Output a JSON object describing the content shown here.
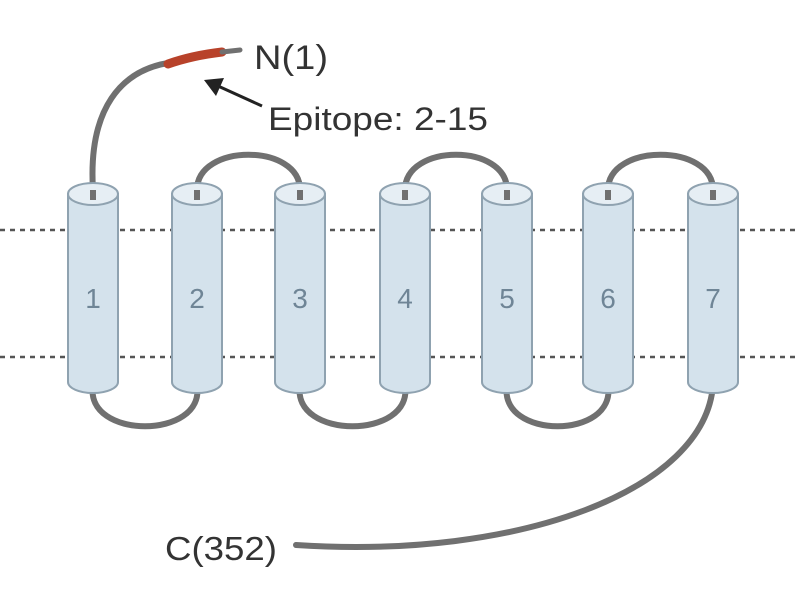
{
  "labels": {
    "n_terminus": "N(1)",
    "epitope": "Epitope: 2-15",
    "c_terminus": "C(352)"
  },
  "helices": [
    "1",
    "2",
    "3",
    "4",
    "5",
    "6",
    "7"
  ],
  "colors": {
    "helix_fill": "#d4e2ec",
    "helix_edge": "#8fa2b0",
    "loop": "#707070",
    "epitope": "#b8422a",
    "membrane_line": "#555555",
    "text": "#333333"
  }
}
